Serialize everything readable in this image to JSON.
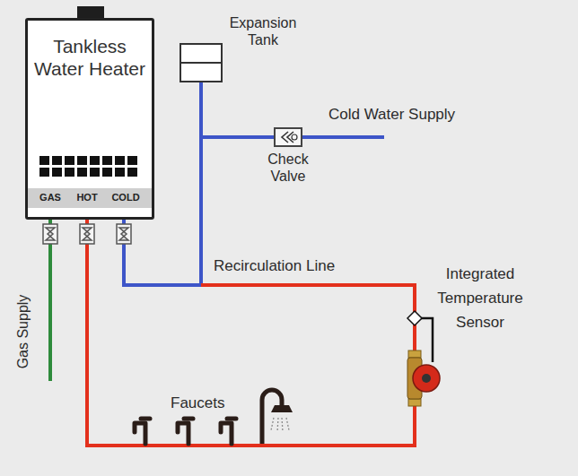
{
  "diagram": {
    "nodes": [
      {
        "text": [
          "Tankless Water Heater"
        ]
      },
      {
        "text": [
          "Expansion Tank"
        ]
      },
      {
        "text": [
          "Check Valve"
        ]
      }
    ],
    "edges": [
      {
        "from": 2,
        "to": 0,
        "arrow": "none"
      },
      {
        "from": 1,
        "to": 0,
        "arrow": "none"
      }
    ],
    "labels": [
      "GAS",
      "HOT",
      "COLD",
      "Cold Water Supply",
      "Recirculation Line",
      "Integrated Temperature Sensor",
      "Faucets",
      "Gas Supply"
    ]
  }
}
